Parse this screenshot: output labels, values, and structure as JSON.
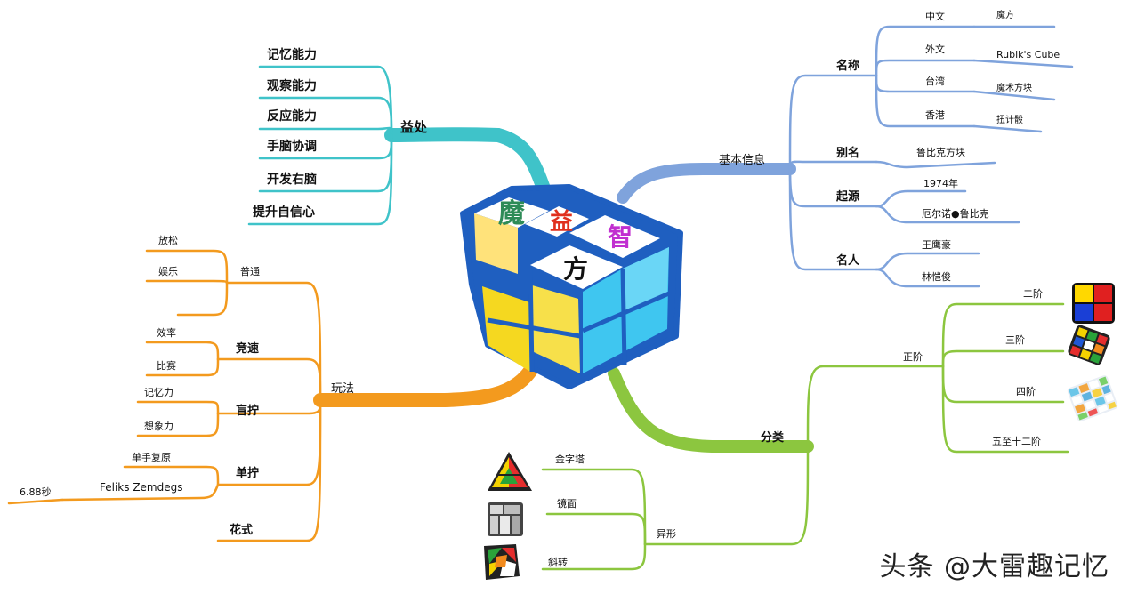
{
  "center": {
    "chars": [
      "魔",
      "益",
      "智",
      "方"
    ]
  },
  "benefits": {
    "label": "益处",
    "items": [
      "记忆能力",
      "观察能力",
      "反应能力",
      "手脑协调",
      "开发右脑",
      "提升自信心"
    ]
  },
  "basic_info": {
    "label": "基本信息",
    "name": {
      "label": "名称",
      "rows": [
        {
          "k": "中文",
          "v": "魔方"
        },
        {
          "k": "外文",
          "v": "Rubik's Cube"
        },
        {
          "k": "台湾",
          "v": "魔术方块"
        },
        {
          "k": "香港",
          "v": "扭计骰"
        }
      ]
    },
    "alias": {
      "label": "别名",
      "value": "鲁比克方块"
    },
    "origin": {
      "label": "起源",
      "year": "1974年",
      "person": "厄尔诺●鲁比克"
    },
    "famous": {
      "label": "名人",
      "items": [
        "王鹰豪",
        "林恺俊"
      ]
    }
  },
  "play": {
    "label": "玩法",
    "casual": {
      "label": "普通",
      "items": [
        "放松",
        "娱乐"
      ]
    },
    "speed": {
      "label": "竞速",
      "items": [
        "效率",
        "比赛"
      ]
    },
    "blind": {
      "label": "盲拧",
      "items": [
        "记忆力",
        "想象力"
      ]
    },
    "onehand": {
      "label": "单拧",
      "items": [
        "单手复原",
        "Feliks Zemdegs",
        "6.88秒"
      ]
    },
    "fancy": {
      "label": "花式"
    }
  },
  "category": {
    "label": "分类",
    "regular": {
      "label": "正阶",
      "items": [
        "二阶",
        "三阶",
        "四阶",
        "五至十二阶"
      ]
    },
    "shaped": {
      "label": "异形",
      "items": [
        "金字塔",
        "镜面",
        "斜转"
      ]
    }
  },
  "watermark": "头条 @大雷趣记忆",
  "colors": {
    "teal": "#3fc3c9",
    "blue": "#7fa3dc",
    "orange": "#f39a1e",
    "green": "#8cc63f"
  }
}
